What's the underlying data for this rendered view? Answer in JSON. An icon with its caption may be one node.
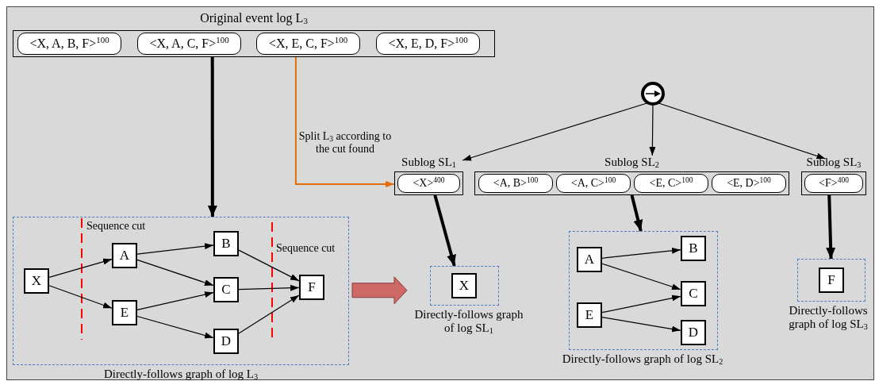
{
  "diagram": {
    "nodes": [
      {
        "text": [
          "Original event log L$_{3}$"
        ]
      },
      {
        "text": [
          "<X, A, B, F>$^{100}$"
        ],
        "in": 0
      },
      {
        "text": [
          "<X, A, C, F>$^{100}$"
        ],
        "in": 0
      },
      {
        "text": [
          "<X, E, C, F>$^{100}$"
        ],
        "in": 0
      },
      {
        "text": [
          "<X, E, D, F>$^{100}$"
        ],
        "in": 0
      },
      {
        "text": [
          "Directly-follows graph of log L$_{3}$"
        ]
      },
      {
        "text": [
          "X"
        ],
        "in": 5
      },
      {
        "text": [
          "A"
        ],
        "in": 5
      },
      {
        "text": [
          "E"
        ],
        "in": 5
      },
      {
        "text": [
          "B"
        ],
        "in": 5
      },
      {
        "text": [
          "C"
        ],
        "in": 5
      },
      {
        "text": [
          "D"
        ],
        "in": 5
      },
      {
        "text": [
          "F"
        ],
        "in": 5
      },
      {
        "text": [],
        "shape": "circle"
      },
      {
        "text": [
          "Sublog SL$_{1}$"
        ]
      },
      {
        "text": [
          "<X>$^{400}$"
        ],
        "in": 14
      },
      {
        "text": [
          "Sublog SL$_{2}$"
        ]
      },
      {
        "text": [
          "<A, B>$^{100}$"
        ],
        "in": 16
      },
      {
        "text": [
          "<A, C>$^{100}$"
        ],
        "in": 16
      },
      {
        "text": [
          "<E, C>$^{100}$"
        ],
        "in": 16
      },
      {
        "text": [
          "<E, D>$^{100}$"
        ],
        "in": 16
      },
      {
        "text": [
          "Sublog SL$_{3}$"
        ]
      },
      {
        "text": [
          "<F>$^{400}$"
        ],
        "in": 21
      },
      {
        "text": [
          "Directly-follows graph of log SL$_{1}$"
        ]
      },
      {
        "text": [
          "X"
        ],
        "in": 23
      },
      {
        "text": [
          "Directly-follows graph of log SL$_{2}$"
        ]
      },
      {
        "text": [
          "A"
        ],
        "in": 25
      },
      {
        "text": [
          "E"
        ],
        "in": 25
      },
      {
        "text": [
          "B"
        ],
        "in": 25
      },
      {
        "text": [
          "C"
        ],
        "in": 25
      },
      {
        "text": [
          "D"
        ],
        "in": 25
      },
      {
        "text": [
          "Directly-follows graph of log SL$_{3}$"
        ]
      },
      {
        "text": [
          "F"
        ],
        "in": 31
      }
    ],
    "edges": [
      {
        "from": 0,
        "to": 5,
        "arrow": "to",
        "style": "thick"
      },
      {
        "from": 0,
        "to": 14,
        "arrow": "to",
        "label": "Split L$_{3}$ according to the cut found",
        "color": "#e36c0a"
      },
      {
        "from": 5,
        "to": 23,
        "arrow": "to",
        "style": "thick",
        "color": "#cd6a66"
      },
      {
        "from": 6,
        "to": 7,
        "arrow": "to"
      },
      {
        "from": 6,
        "to": 8,
        "arrow": "to"
      },
      {
        "from": 7,
        "to": 9,
        "arrow": "to"
      },
      {
        "from": 7,
        "to": 10,
        "arrow": "to"
      },
      {
        "from": 8,
        "to": 10,
        "arrow": "to"
      },
      {
        "from": 8,
        "to": 11,
        "arrow": "to"
      },
      {
        "from": 9,
        "to": 12,
        "arrow": "to"
      },
      {
        "from": 10,
        "to": 12,
        "arrow": "to"
      },
      {
        "from": 11,
        "to": 12,
        "arrow": "to"
      },
      {
        "from": 13,
        "to": 14,
        "arrow": "to"
      },
      {
        "from": 13,
        "to": 16,
        "arrow": "to"
      },
      {
        "from": 13,
        "to": 21,
        "arrow": "to"
      },
      {
        "from": 14,
        "to": 23,
        "arrow": "to",
        "style": "thick"
      },
      {
        "from": 16,
        "to": 25,
        "arrow": "to",
        "style": "thick"
      },
      {
        "from": 21,
        "to": 31,
        "arrow": "to",
        "style": "thick"
      },
      {
        "from": 26,
        "to": 28,
        "arrow": "to"
      },
      {
        "from": 26,
        "to": 29,
        "arrow": "to"
      },
      {
        "from": 27,
        "to": 29,
        "arrow": "to"
      },
      {
        "from": 27,
        "to": 30,
        "arrow": "to"
      }
    ],
    "labels": [
      "Sequence cut",
      "Sequence cut"
    ]
  }
}
